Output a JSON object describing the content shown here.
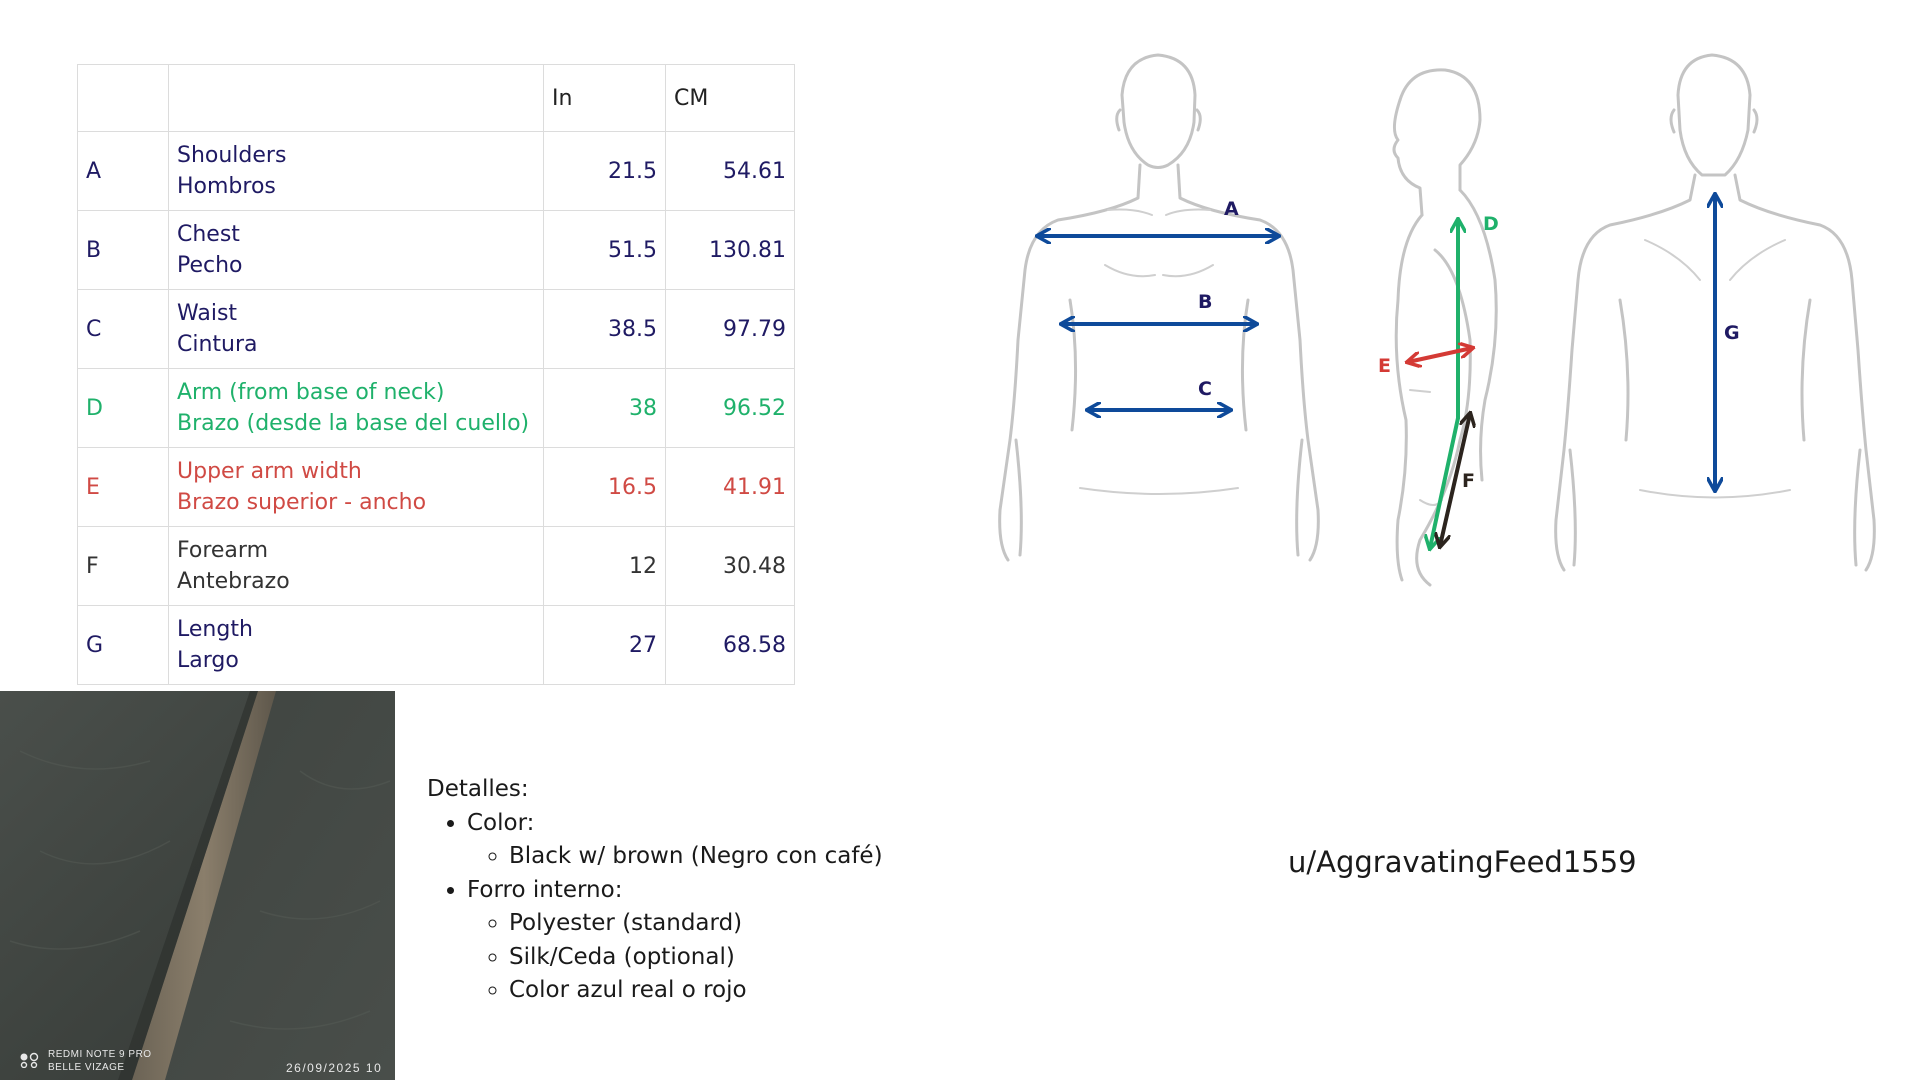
{
  "table": {
    "headers": [
      "",
      "",
      "In",
      "CM"
    ],
    "rows": [
      {
        "letter": "A",
        "name_en": "Shoulders",
        "name_es": "Hombros",
        "in": "21.5",
        "cm": "54.61",
        "color": "#1f1a63"
      },
      {
        "letter": "B",
        "name_en": "Chest",
        "name_es": "Pecho",
        "in": "51.5",
        "cm": "130.81",
        "color": "#1f1a63"
      },
      {
        "letter": "C",
        "name_en": "Waist",
        "name_es": "Cintura",
        "in": "38.5",
        "cm": "97.79",
        "color": "#1f1a63"
      },
      {
        "letter": "D",
        "name_en": "Arm (from base of neck)",
        "name_es": "Brazo (desde la base del cuello)",
        "in": "38",
        "cm": "96.52",
        "color": "#1fb16b"
      },
      {
        "letter": "E",
        "name_en": "Upper arm width",
        "name_es": "Brazo superior - ancho",
        "in": "16.5",
        "cm": "41.91",
        "color": "#d04a44"
      },
      {
        "letter": "F",
        "name_en": "Forearm",
        "name_es": "Antebrazo",
        "in": "12",
        "cm": "30.48",
        "color": "#333333"
      },
      {
        "letter": "G",
        "name_en": "Length",
        "name_es": "Largo",
        "in": "27",
        "cm": "68.58",
        "color": "#1f1a63"
      }
    ]
  },
  "photo": {
    "watermark_line1": "REDMI NOTE 9 PRO",
    "watermark_line2": "BELLE VIZAGE",
    "timestamp": "26/09/2025  10"
  },
  "details": {
    "heading": "Detalles:",
    "color_label": "Color:",
    "color_value": "Black w/ brown (Negro con café)",
    "lining_label": "Forro interno:",
    "lining_options": [
      "Polyester (standard)",
      "Silk/Ceda (optional)",
      "Color azul real o rojo"
    ]
  },
  "username": "u/AggravatingFeed1559",
  "diagram": {
    "labels": {
      "A": "A",
      "B": "B",
      "C": "C",
      "D": "D",
      "E": "E",
      "F": "F",
      "G": "G"
    },
    "colors": {
      "blue": "#0e4a9a",
      "navy_label": "#1f1a63",
      "green": "#1fb16b",
      "red": "#d43a35",
      "dark": "#2c241e"
    }
  },
  "icons": {
    "camera_watermark": "camera-dots-icon"
  }
}
